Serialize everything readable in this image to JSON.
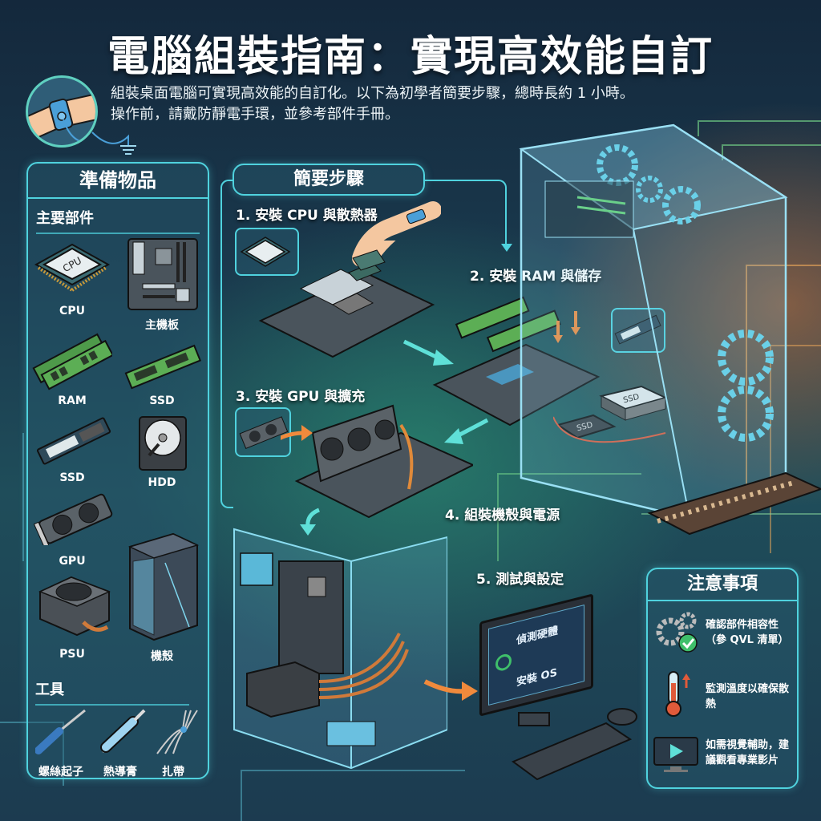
{
  "header": {
    "title": "電腦組裝指南：實現高效能自訂",
    "intro_line1": "組裝桌面電腦可實現高效能的自訂化。以下為初學者簡要步驟，總時長約 1 小時。",
    "intro_line2": "操作前，請戴防靜電手環，並參考部件手冊。",
    "icon": "anti-static-wrist-strap-icon"
  },
  "prep_panel": {
    "title": "準備物品",
    "components_heading": "主要部件",
    "components": [
      {
        "label": "CPU",
        "icon": "cpu-icon"
      },
      {
        "label": "主機板",
        "icon": "motherboard-icon"
      },
      {
        "label": "RAM",
        "icon": "ram-icon"
      },
      {
        "label": "SSD",
        "icon": "ram-stick-ssd-icon"
      },
      {
        "label": "SSD",
        "icon": "m2-ssd-icon"
      },
      {
        "label": "HDD",
        "icon": "hdd-icon"
      },
      {
        "label": "GPU",
        "icon": "gpu-icon"
      },
      {
        "label": "PSU",
        "icon": "psu-icon"
      },
      {
        "label": "機殼",
        "icon": "case-icon"
      }
    ],
    "tools_heading": "工具",
    "tools": [
      {
        "label": "螺絲起子",
        "icon": "screwdriver-icon"
      },
      {
        "label": "熱導膏",
        "icon": "thermal-paste-syringe-icon"
      },
      {
        "label": "扎帶",
        "icon": "cable-ties-icon"
      }
    ]
  },
  "steps_panel": {
    "title": "簡要步驟",
    "steps": [
      {
        "label": "1. 安裝 CPU 與散熱器"
      },
      {
        "label": "2. 安裝 RAM 與儲存"
      },
      {
        "label": "3. 安裝 GPU 與擴充"
      },
      {
        "label": "4. 組裝機殼與電源"
      },
      {
        "label": "5. 測試與設定"
      }
    ],
    "ssd_tag_1": "SSD",
    "ssd_tag_2": "SSD",
    "cpu_tag": "CPU",
    "monitor_heading": "偵測硬體",
    "monitor_text": "安裝 OS"
  },
  "notes_panel": {
    "title": "注意事項",
    "items": [
      {
        "text": "確認部件相容性（參 QVL 清單）",
        "icon": "gears-check-icon"
      },
      {
        "text": "監測溫度以確保散熱",
        "icon": "thermometer-icon"
      },
      {
        "text": "如需視覺輔助，建議觀看專業影片",
        "icon": "video-play-icon"
      }
    ]
  },
  "colors": {
    "accent_cyan": "#4fd2de",
    "accent_orange": "#f08a3c",
    "accent_green": "#3fbf6a"
  }
}
